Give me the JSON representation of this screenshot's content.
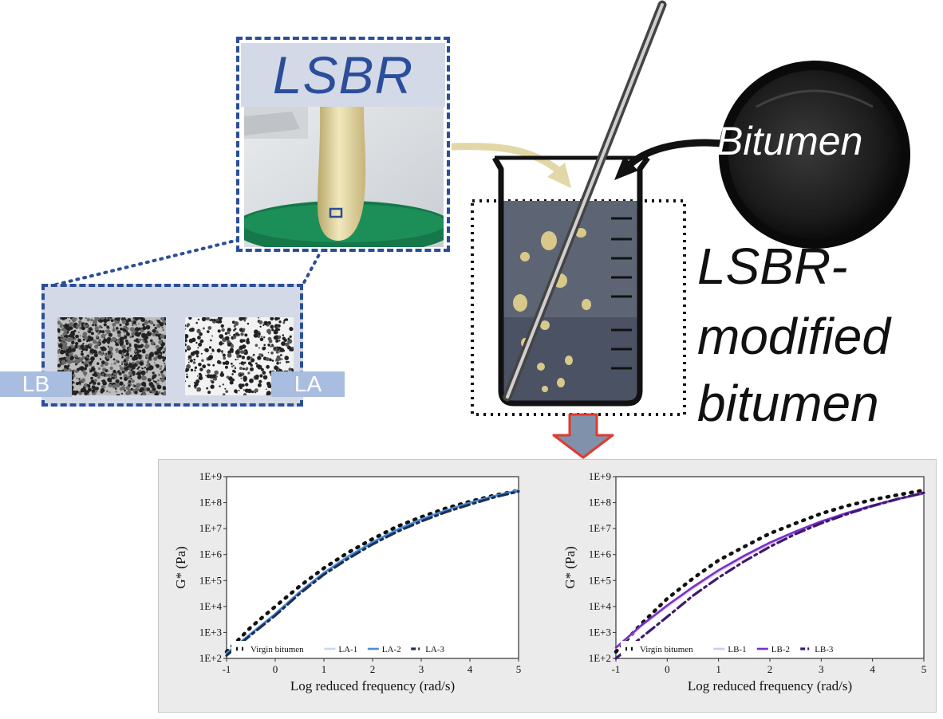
{
  "labels": {
    "lsbr": "LSBR",
    "bitumen": "Bitumen",
    "modified_line1": "LSBR-",
    "modified_line2": "modified",
    "modified_line3": "bitumen",
    "lb": "LB",
    "la": "LA"
  },
  "colors": {
    "accent_blue": "#2b4e9a",
    "light_blue_bg": "#d3d9e6",
    "tag_blue": "#a9bde0",
    "lsbr_yellow": "#e2d7a6",
    "arrow_red": "#e03a2e",
    "arrow_fill": "#8091ab"
  },
  "chart_data": [
    {
      "type": "line",
      "xlabel": "Log reduced frequency (rad/s)",
      "ylabel": "G* (Pa)",
      "xlim": [
        -1,
        5
      ],
      "ylim": [
        100,
        1000000000
      ],
      "log_y": true,
      "x_ticks": [
        "-1",
        "0",
        "1",
        "2",
        "3",
        "4",
        "5"
      ],
      "y_ticks": [
        "1E+2",
        "1E+3",
        "1E+4",
        "1E+5",
        "1E+6",
        "1E+7",
        "1E+8",
        "1E+9"
      ],
      "series": [
        {
          "name": "Virgin bitumen",
          "color": "#111111",
          "style": "dotted",
          "x": [
            -1,
            -0.5,
            0,
            0.5,
            1,
            1.5,
            2,
            2.5,
            3,
            3.5,
            4,
            4.5,
            5
          ],
          "y": [
            180,
            1600,
            10000,
            60000,
            300000,
            1200000,
            4000000,
            12000000,
            28000000,
            60000000,
            110000000,
            190000000,
            290000000
          ]
        },
        {
          "name": "LA-1",
          "color": "#c5d9f0",
          "style": "solid",
          "x": [
            -1,
            -0.5,
            0,
            0.5,
            1,
            1.5,
            2,
            2.5,
            3,
            3.5,
            4,
            4.5,
            5
          ],
          "y": [
            150,
            900,
            5000,
            35000,
            190000,
            800000,
            2800000,
            8500000,
            22000000,
            48000000,
            95000000,
            170000000,
            290000000
          ]
        },
        {
          "name": "LA-2",
          "color": "#4a8fdc",
          "style": "solid",
          "x": [
            -1,
            -0.5,
            0,
            0.5,
            1,
            1.5,
            2,
            2.5,
            3,
            3.5,
            4,
            4.5,
            5
          ],
          "y": [
            160,
            900,
            5200,
            36000,
            200000,
            850000,
            3000000,
            9000000,
            23000000,
            50000000,
            100000000,
            180000000,
            300000000
          ]
        },
        {
          "name": "LA-3",
          "color": "#1f2f52",
          "style": "dashdot",
          "x": [
            -1,
            -0.5,
            0,
            0.5,
            1,
            1.5,
            2,
            2.5,
            3,
            3.5,
            4,
            4.5,
            5
          ],
          "y": [
            130,
            800,
            4500,
            31000,
            170000,
            700000,
            2500000,
            7500000,
            19000000,
            43000000,
            85000000,
            160000000,
            270000000
          ]
        }
      ]
    },
    {
      "type": "line",
      "xlabel": "Log reduced frequency (rad/s)",
      "ylabel": "G* (Pa)",
      "xlim": [
        -1,
        5
      ],
      "ylim": [
        100,
        1000000000
      ],
      "log_y": true,
      "x_ticks": [
        "-1",
        "0",
        "1",
        "2",
        "3",
        "4",
        "5"
      ],
      "y_ticks": [
        "1E+2",
        "1E+3",
        "1E+4",
        "1E+5",
        "1E+6",
        "1E+7",
        "1E+8",
        "1E+9"
      ],
      "series": [
        {
          "name": "Virgin bitumen",
          "color": "#111111",
          "style": "dotted",
          "x": [
            -1,
            -0.5,
            0,
            0.5,
            1,
            1.5,
            2,
            2.5,
            3,
            3.5,
            4,
            4.5,
            5
          ],
          "y": [
            180,
            2200,
            20000,
            120000,
            600000,
            2000000,
            6500000,
            16000000,
            38000000,
            75000000,
            130000000,
            200000000,
            300000000
          ]
        },
        {
          "name": "LB-1",
          "color": "#d9c6ee",
          "style": "solid",
          "x": [
            -1,
            -0.5,
            0,
            0.5,
            1,
            1.5,
            2,
            2.5,
            3,
            3.5,
            4,
            4.5,
            5
          ],
          "y": [
            250,
            1800,
            10000,
            50000,
            220000,
            800000,
            2600000,
            7000000,
            17000000,
            36000000,
            70000000,
            130000000,
            220000000
          ]
        },
        {
          "name": "LB-2",
          "color": "#7b2fc8",
          "style": "solid",
          "x": [
            -1,
            -0.5,
            0,
            0.5,
            1,
            1.5,
            2,
            2.5,
            3,
            3.5,
            4,
            4.5,
            5
          ],
          "y": [
            260,
            1900,
            11000,
            56000,
            250000,
            900000,
            2900000,
            7800000,
            19000000,
            40000000,
            78000000,
            140000000,
            230000000
          ]
        },
        {
          "name": "LB-3",
          "color": "#3c1a6e",
          "style": "dashdot",
          "x": [
            -1,
            -0.5,
            0,
            0.5,
            1,
            1.5,
            2,
            2.5,
            3,
            3.5,
            4,
            4.5,
            5
          ],
          "y": [
            100,
            650,
            4000,
            26000,
            130000,
            550000,
            2000000,
            6200000,
            16000000,
            36000000,
            75000000,
            140000000,
            240000000
          ]
        }
      ]
    }
  ]
}
